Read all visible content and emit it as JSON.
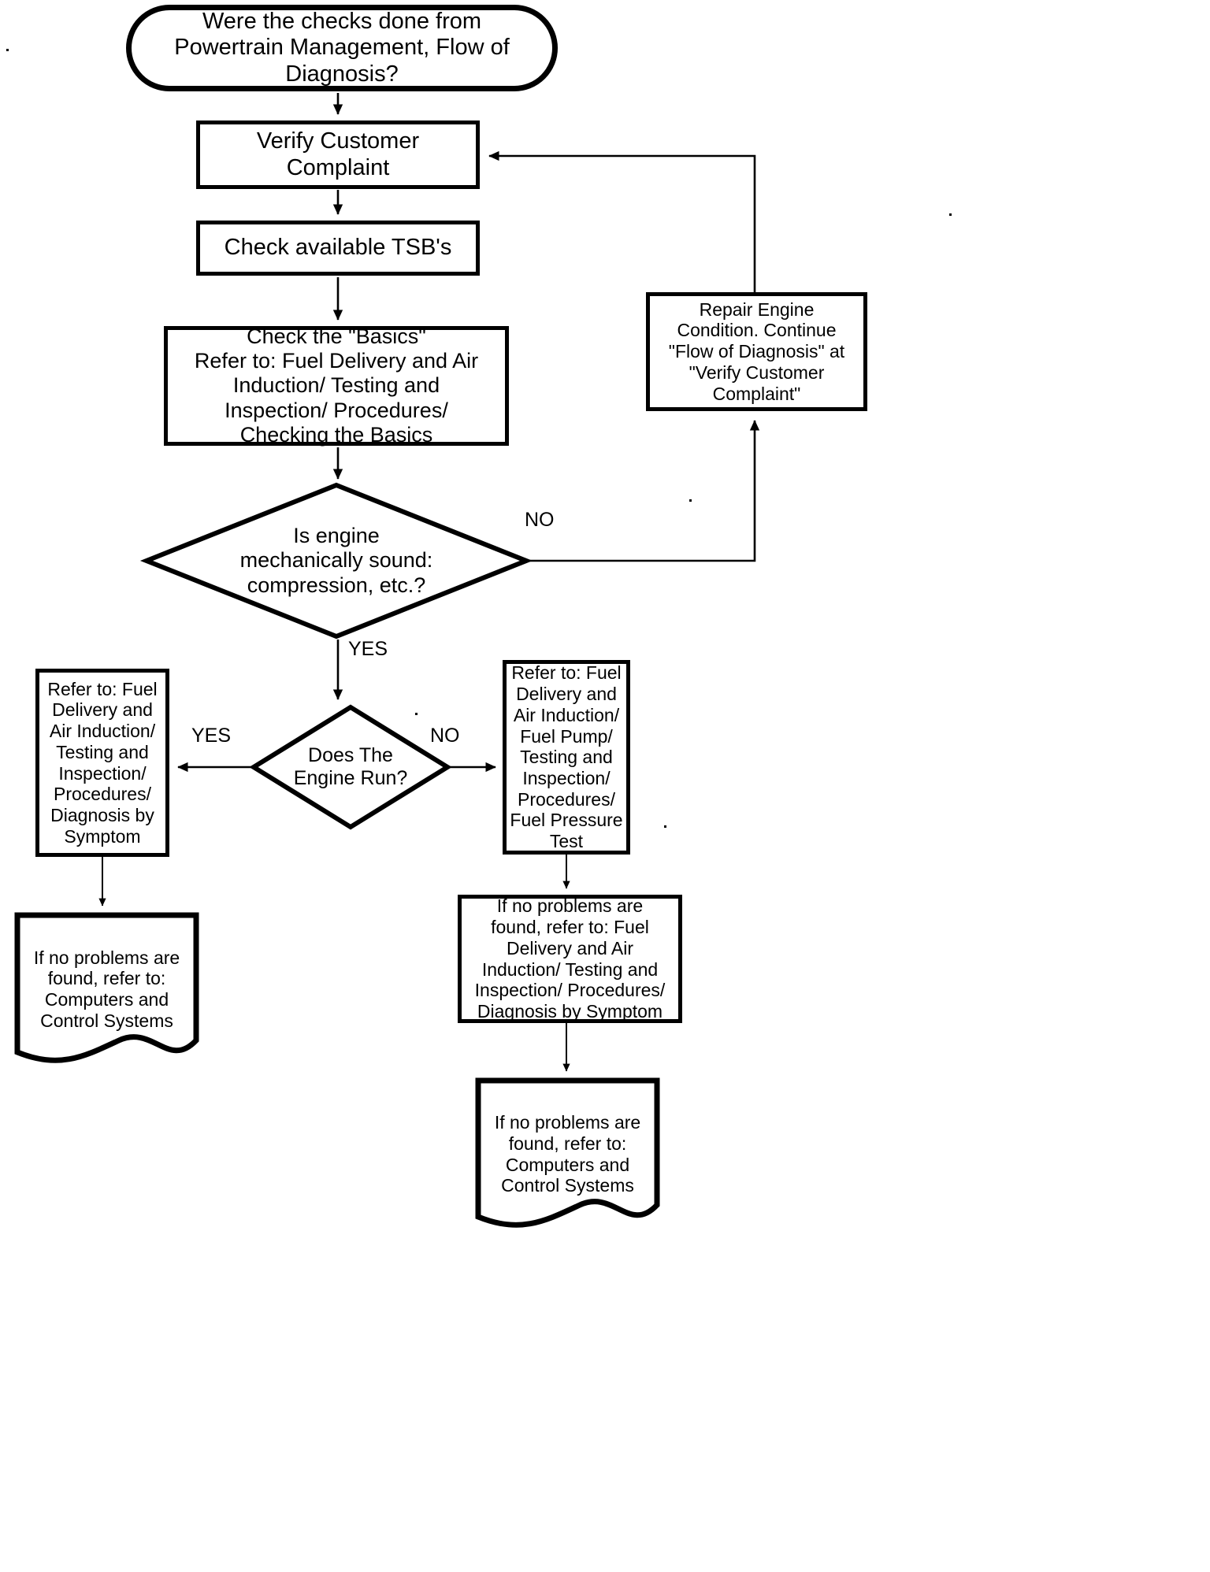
{
  "diagram": {
    "title": "Powertrain Management Flow of Diagnosis",
    "stroke_color": "#000000",
    "background_color": "#ffffff"
  },
  "nodes": {
    "start": {
      "shape": "terminator",
      "text": "Were the checks done from\nPowertrain  Management, Flow of\nDiagnosis?"
    },
    "verify_customer_complaint": {
      "shape": "process",
      "text": "Verify Customer\nComplaint"
    },
    "check_tsb": {
      "shape": "process",
      "text": "Check available TSB's"
    },
    "check_basics": {
      "shape": "process",
      "text": "Check the \"Basics\"\nRefer to: Fuel Delivery and Air\nInduction/ Testing and\nInspection/ Procedures/\nChecking the Basics"
    },
    "repair_engine": {
      "shape": "process",
      "text": "Repair Engine\nCondition. Continue\n\"Flow of Diagnosis\" at\n\"Verify Customer\nComplaint\""
    },
    "decision_mechanical": {
      "shape": "decision",
      "text": "Is engine\nmechanically sound:\ncompression, etc.?"
    },
    "decision_engine_run": {
      "shape": "decision",
      "text": "Does The\nEngine Run?"
    },
    "refer_left": {
      "shape": "process",
      "text": "Refer to: Fuel\nDelivery and\nAir Induction/\nTesting and\nInspection/\nProcedures/\nDiagnosis by\nSymptom"
    },
    "refer_right": {
      "shape": "process",
      "text": "Refer to: Fuel\nDelivery and\nAir Induction/\nFuel Pump/\nTesting and\nInspection/\nProcedures/\nFuel Pressure\nTest"
    },
    "doc_left": {
      "shape": "document",
      "text": "If no problems are\nfound, refer to:\nComputers and\nControl Systems"
    },
    "box_right_symptom": {
      "shape": "process",
      "text": "If no problems are\nfound, refer to: Fuel\nDelivery and Air\nInduction/ Testing and\nInspection/ Procedures/\nDiagnosis by Symptom"
    },
    "doc_right": {
      "shape": "document",
      "text": "If no problems are\nfound, refer to:\nComputers and\nControl Systems"
    }
  },
  "edge_labels": {
    "mechanical_no": "NO",
    "mechanical_yes": "YES",
    "engine_run_yes": "YES",
    "engine_run_no": "NO"
  }
}
